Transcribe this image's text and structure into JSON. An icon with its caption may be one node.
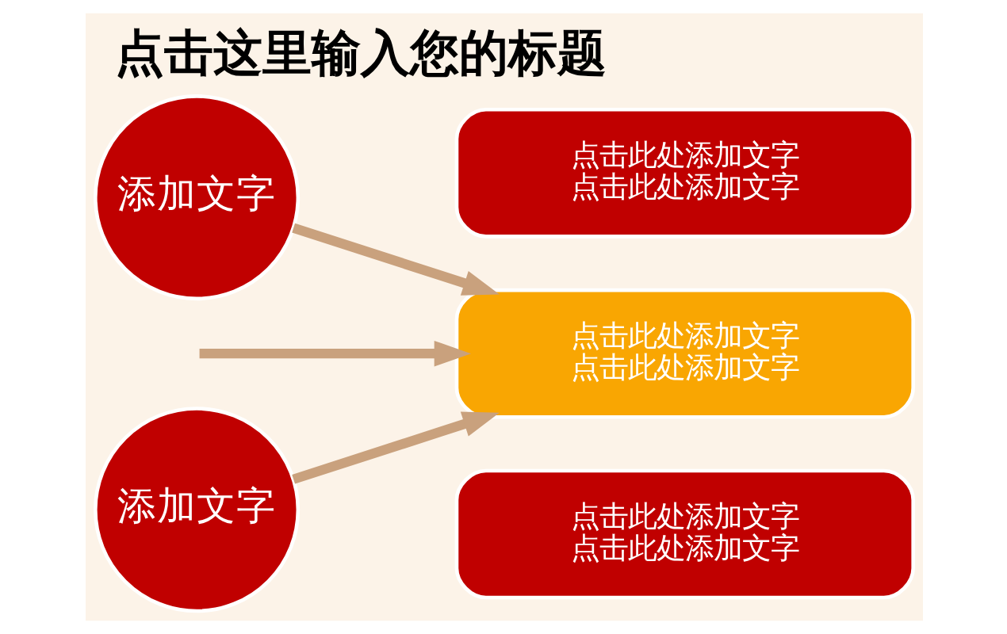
{
  "diagram": {
    "title": "点击这里输入您的标题",
    "nodes": [
      {
        "text": [
          "添加文字"
        ]
      },
      {
        "text": [
          "添加文字"
        ]
      },
      {
        "text": [
          "点击此处添加文字",
          "点击此处添加文字"
        ]
      },
      {
        "text": [
          "点击此处添加文字",
          "点击此处添加文字"
        ]
      },
      {
        "text": [
          "点击此处添加文字",
          "点击此处添加文字"
        ]
      }
    ],
    "edges": [
      {
        "from": 0,
        "to": 3,
        "arrow": "to"
      },
      {
        "from": null,
        "to": 3,
        "arrow": "to"
      },
      {
        "from": 1,
        "to": 3,
        "arrow": "to"
      }
    ]
  }
}
